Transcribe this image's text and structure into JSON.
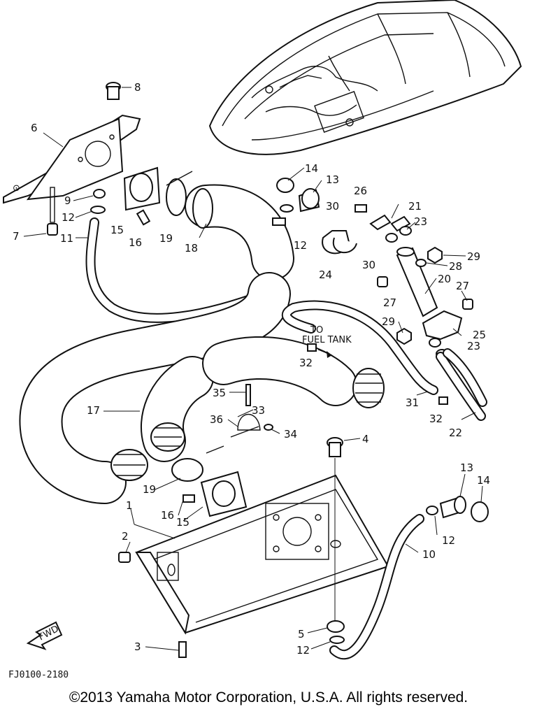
{
  "diagram": {
    "code": "FJ0100-2180",
    "copyright": "©2013 Yamaha Motor Corporation, U.S.A. All rights reserved.",
    "note_to": "TO",
    "note_fuel_tank": "FUEL TANK",
    "fwd": "FWD",
    "labels": {
      "l8": "8",
      "l6": "6",
      "l9": "9",
      "l12a": "12",
      "l7": "7",
      "l11": "11",
      "l15a": "15",
      "l16a": "16",
      "l19a": "19",
      "l18": "18",
      "l14a": "14",
      "l13a": "13",
      "l26": "26",
      "l21": "21",
      "l30a": "30",
      "l23a": "23",
      "l12b": "12",
      "l24": "24",
      "l30b": "30",
      "l29a": "29",
      "l28": "28",
      "l20": "20",
      "l27a": "27",
      "l27b": "27",
      "l29b": "29",
      "l25": "25",
      "l23b": "23",
      "l32a": "32",
      "l35": "35",
      "l17": "17",
      "l33": "33",
      "l36": "36",
      "l34": "34",
      "l31": "31",
      "l32b": "32",
      "l22": "22",
      "l4": "4",
      "l13b": "13",
      "l14b": "14",
      "l19b": "19",
      "l1": "1",
      "l16b": "16",
      "l15b": "15",
      "l2": "2",
      "l12c": "12",
      "l10": "10",
      "l3": "3",
      "l5": "5",
      "l12d": "12"
    }
  }
}
